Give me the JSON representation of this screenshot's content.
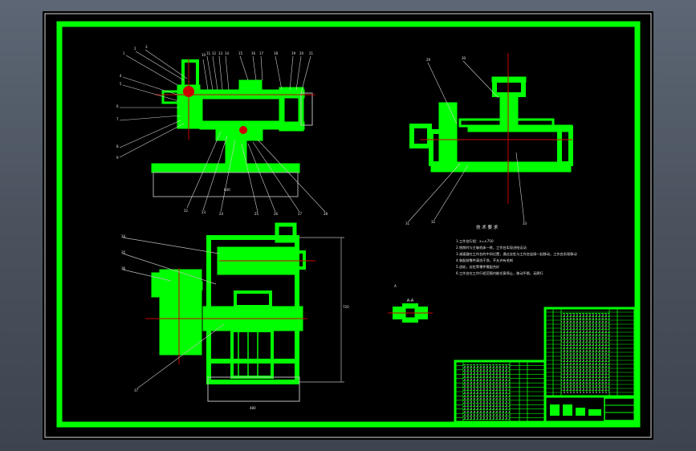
{
  "viewer": {
    "background_color": "#555d69",
    "sheet_color": "#000000",
    "frame_color": "#00ff00"
  },
  "drawing": {
    "notes_title": "技 术 要 求",
    "notes": [
      "1.工作台行程：x=±750",
      "2.铣削时与主轴机体一致，工作台实现进给运动",
      "3.减速器在工作台的中间位置，通过丝杠与工作台连接一起移动，工作台实现移动",
      "4.装配前零件清洗干净，不允许有毛刺",
      "5.齿轮，丝杠等零件需配合好",
      "6.工作台在工作行程范围内能任意停止，移动平稳，无爬行"
    ],
    "view_label": "A-A"
  }
}
